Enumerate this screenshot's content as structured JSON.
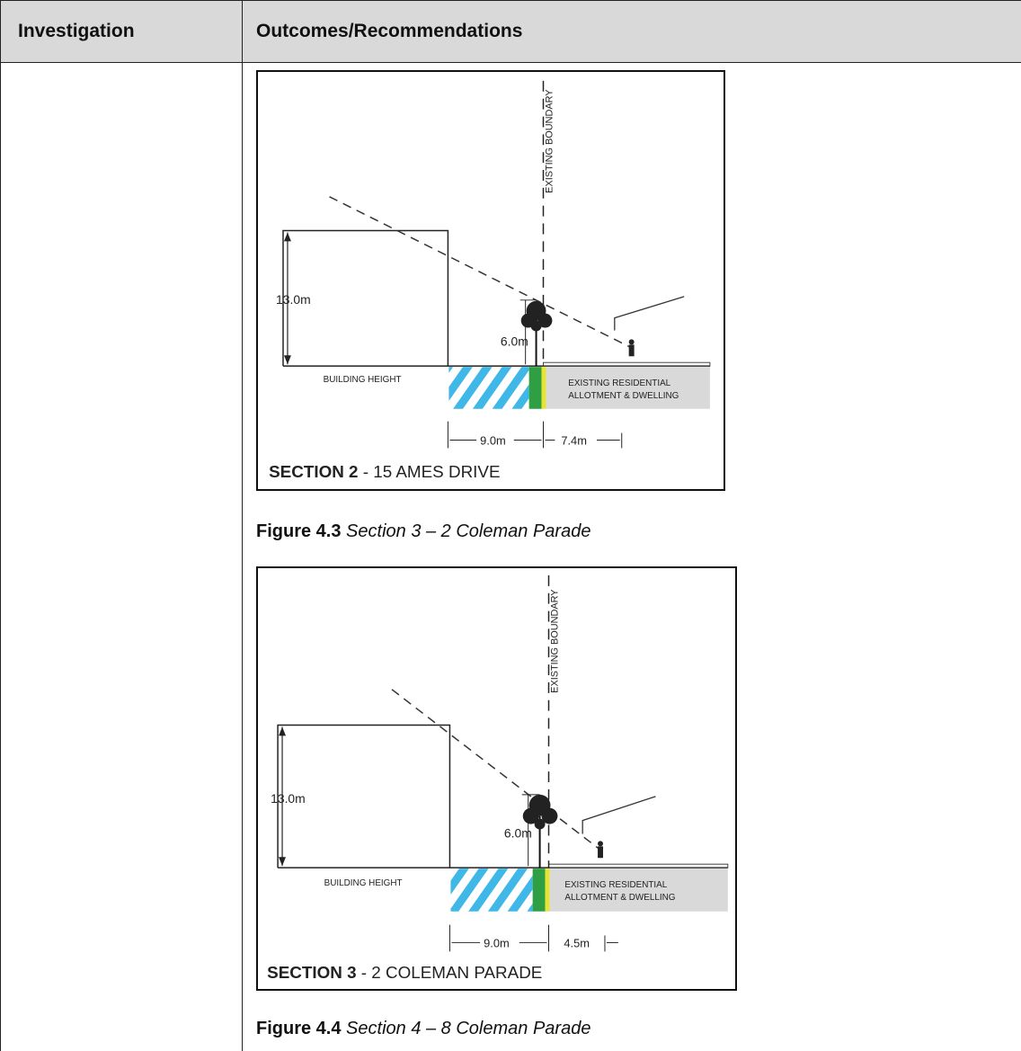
{
  "table": {
    "col1_header": "Investigation",
    "col2_header": "Outcomes/Recommendations"
  },
  "figure_a": {
    "boundary_label": "EXISTING BOUNDARY",
    "height_label": "13.0m",
    "tree_height_label": "6.0m",
    "building_height_label": "BUILDING HEIGHT",
    "allotment_label_line1": "EXISTING RESIDENTIAL",
    "allotment_label_line2": "ALLOTMENT & DWELLING",
    "dim_left": "9.0m",
    "dim_right": "7.4m",
    "section_bold": "SECTION 2",
    "section_rest": " -  15 AMES DRIVE"
  },
  "caption_1": {
    "bold": "Figure 4.3",
    "italic": "Section 3 – 2 Coleman Parade"
  },
  "figure_b": {
    "boundary_label": "EXISTING BOUNDARY",
    "height_label": "13.0m",
    "tree_height_label": "6.0m",
    "building_height_label": "BUILDING HEIGHT",
    "allotment_label_line1": "EXISTING RESIDENTIAL",
    "allotment_label_line2": "ALLOTMENT & DWELLING",
    "dim_left": "9.0m",
    "dim_right": "4.5m",
    "section_bold": "SECTION 3",
    "section_rest": " -  2 COLEMAN PARADE"
  },
  "caption_2": {
    "bold": "Figure 4.4",
    "italic": "Section 4 – 8 Coleman Parade"
  },
  "colors": {
    "hatch": "#3fb8e8",
    "buffer_green": "#2ea043",
    "buffer_yellow": "#e6e632",
    "allotment_grey": "#d9d9d9"
  }
}
